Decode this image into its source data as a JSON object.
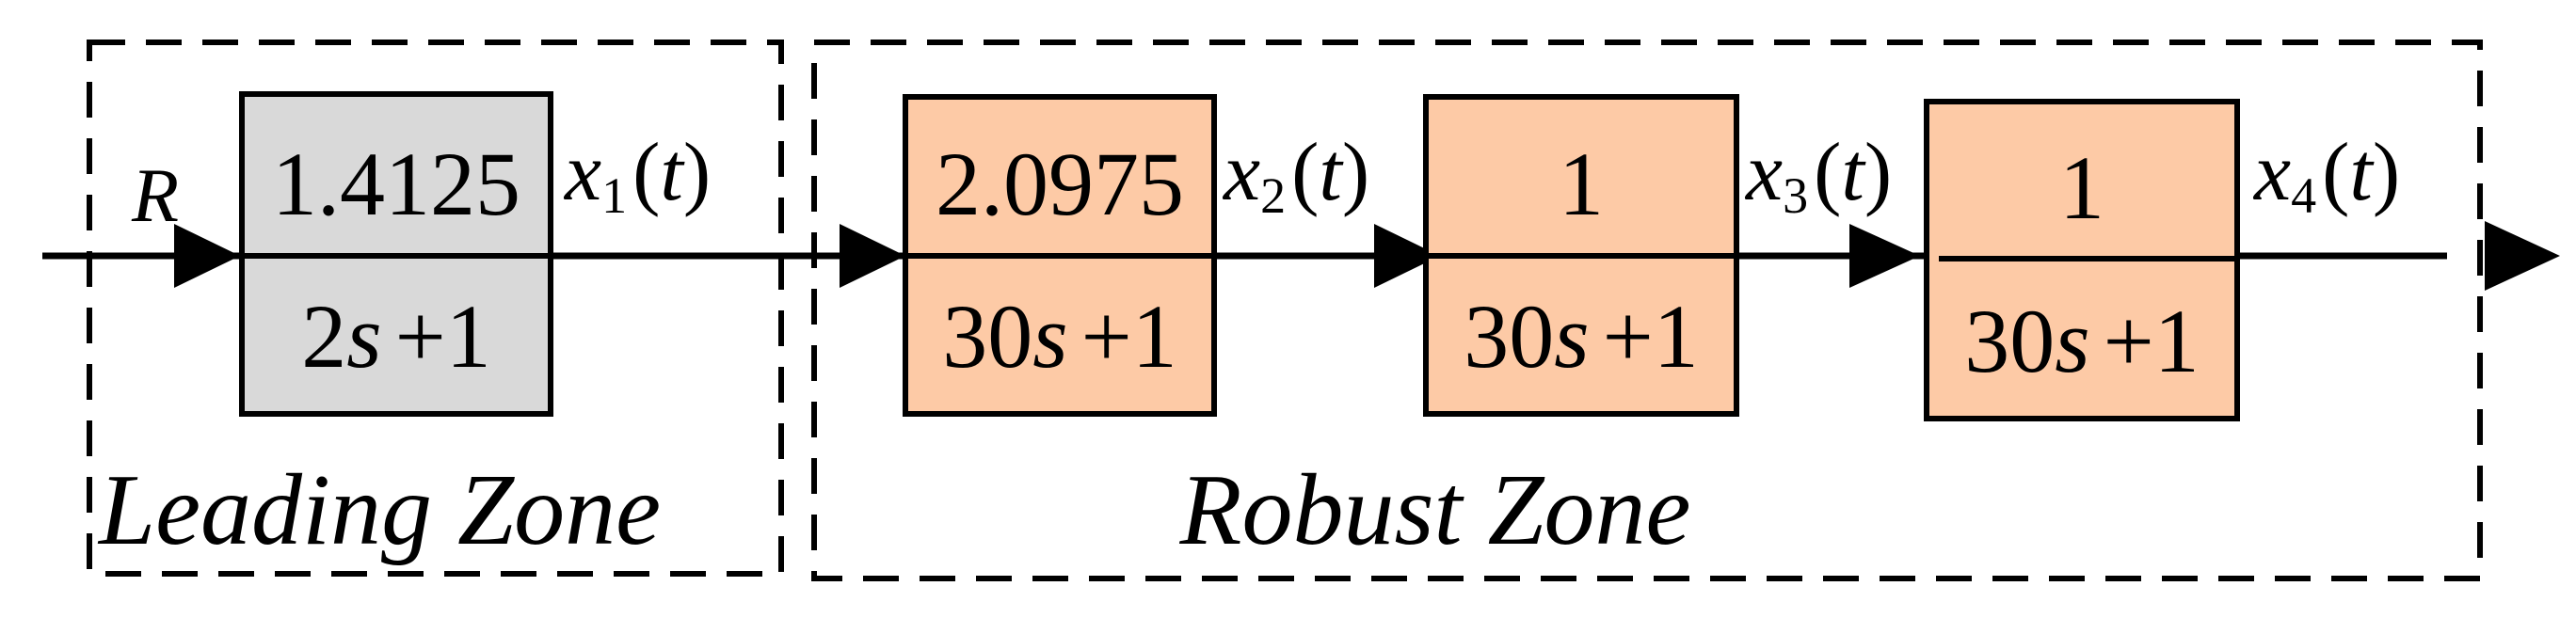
{
  "input_label": "R",
  "zones": {
    "leading": {
      "label": "Leading Zone"
    },
    "robust": {
      "label": "Robust Zone"
    }
  },
  "blocks": [
    {
      "numerator": "1.4125",
      "den_coef": "2",
      "den_var": "s",
      "den_tail": "+1",
      "fill": "#d9d9d9"
    },
    {
      "numerator": "2.0975",
      "den_coef": "30",
      "den_var": "s",
      "den_tail": "+1",
      "fill": "#fdcaa6"
    },
    {
      "numerator": "1",
      "den_coef": "30",
      "den_var": "s",
      "den_tail": "+1",
      "fill": "#fdcaa6"
    },
    {
      "numerator": "1",
      "den_coef": "30",
      "den_var": "s",
      "den_tail": "+1",
      "fill": "#fdcaa6"
    }
  ],
  "signals": [
    {
      "var": "x",
      "sub": "1",
      "arg": "t"
    },
    {
      "var": "x",
      "sub": "2",
      "arg": "t"
    },
    {
      "var": "x",
      "sub": "3",
      "arg": "t"
    },
    {
      "var": "x",
      "sub": "4",
      "arg": "t"
    }
  ],
  "colors": {
    "stroke": "#000000",
    "leading_fill": "#d9d9d9",
    "robust_fill": "#fdcaa6"
  }
}
